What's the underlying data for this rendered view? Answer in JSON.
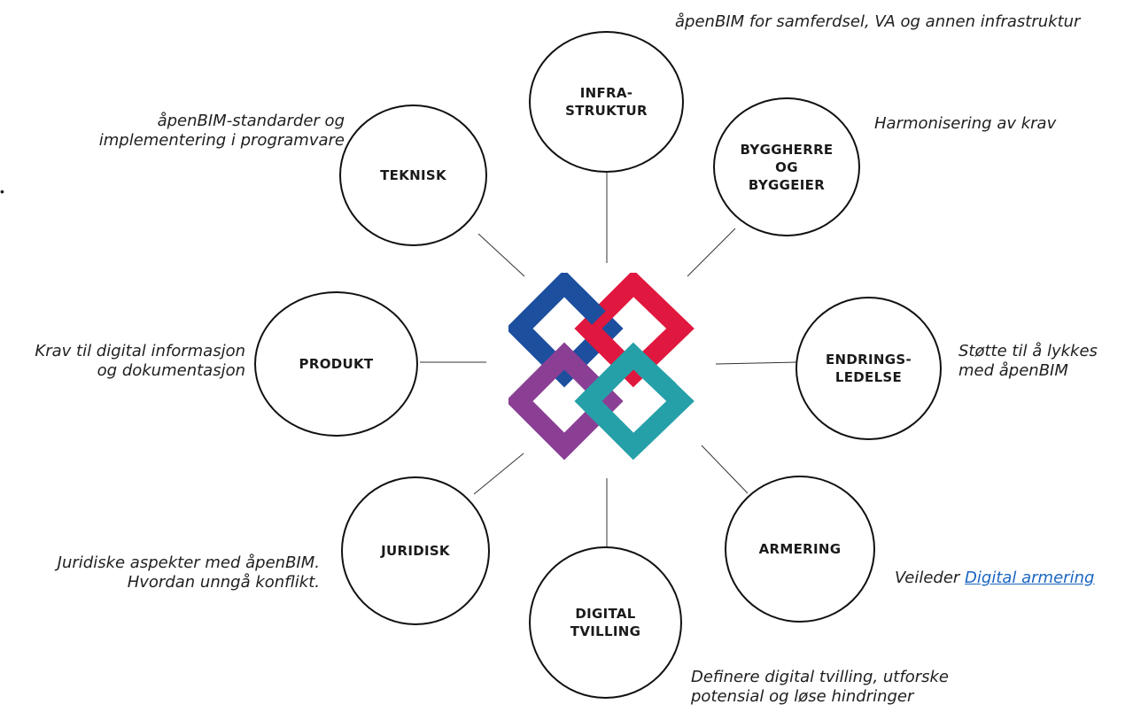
{
  "colors": {
    "ring": "#111111",
    "link": "#1a66c2",
    "logo_blue": "#1d4f9f",
    "logo_red": "#e0173e",
    "logo_purple": "#8a3f94",
    "logo_teal": "#26a0a8"
  },
  "logo": {
    "icon": "interlocking-squares-logo"
  },
  "bullet": "•",
  "nodes": {
    "infrastruktur": {
      "label": "INFRA-\nSTRUKTUR",
      "note": "åpenBIM for samferdsel, VA og annen infrastruktur"
    },
    "byggherre": {
      "label": "BYGGHERRE\nOG\nBYGGEIER",
      "note": "Harmonisering av krav"
    },
    "endringsledelse": {
      "label": "ENDRINGS-\nLEDELSE",
      "note": "Støtte til å lykkes\nmed åpenBIM"
    },
    "armering": {
      "label": "ARMERING",
      "note_prefix": "Veileder ",
      "note_link": "Digital armering"
    },
    "digital_tvilling": {
      "label": "DIGITAL\nTVILLING",
      "note": "Definere digital tvilling, utforske\npotensial og løse hindringer"
    },
    "juridisk": {
      "label": "JURIDISK",
      "note": "Juridiske aspekter med åpenBIM.\nHvordan unngå konflikt."
    },
    "produkt": {
      "label": "PRODUKT",
      "note": "Krav til digital informasjon\nog dokumentasjon"
    },
    "teknisk": {
      "label": "TEKNISK",
      "note": "åpenBIM-standarder og\nimplementering i programvare"
    }
  }
}
